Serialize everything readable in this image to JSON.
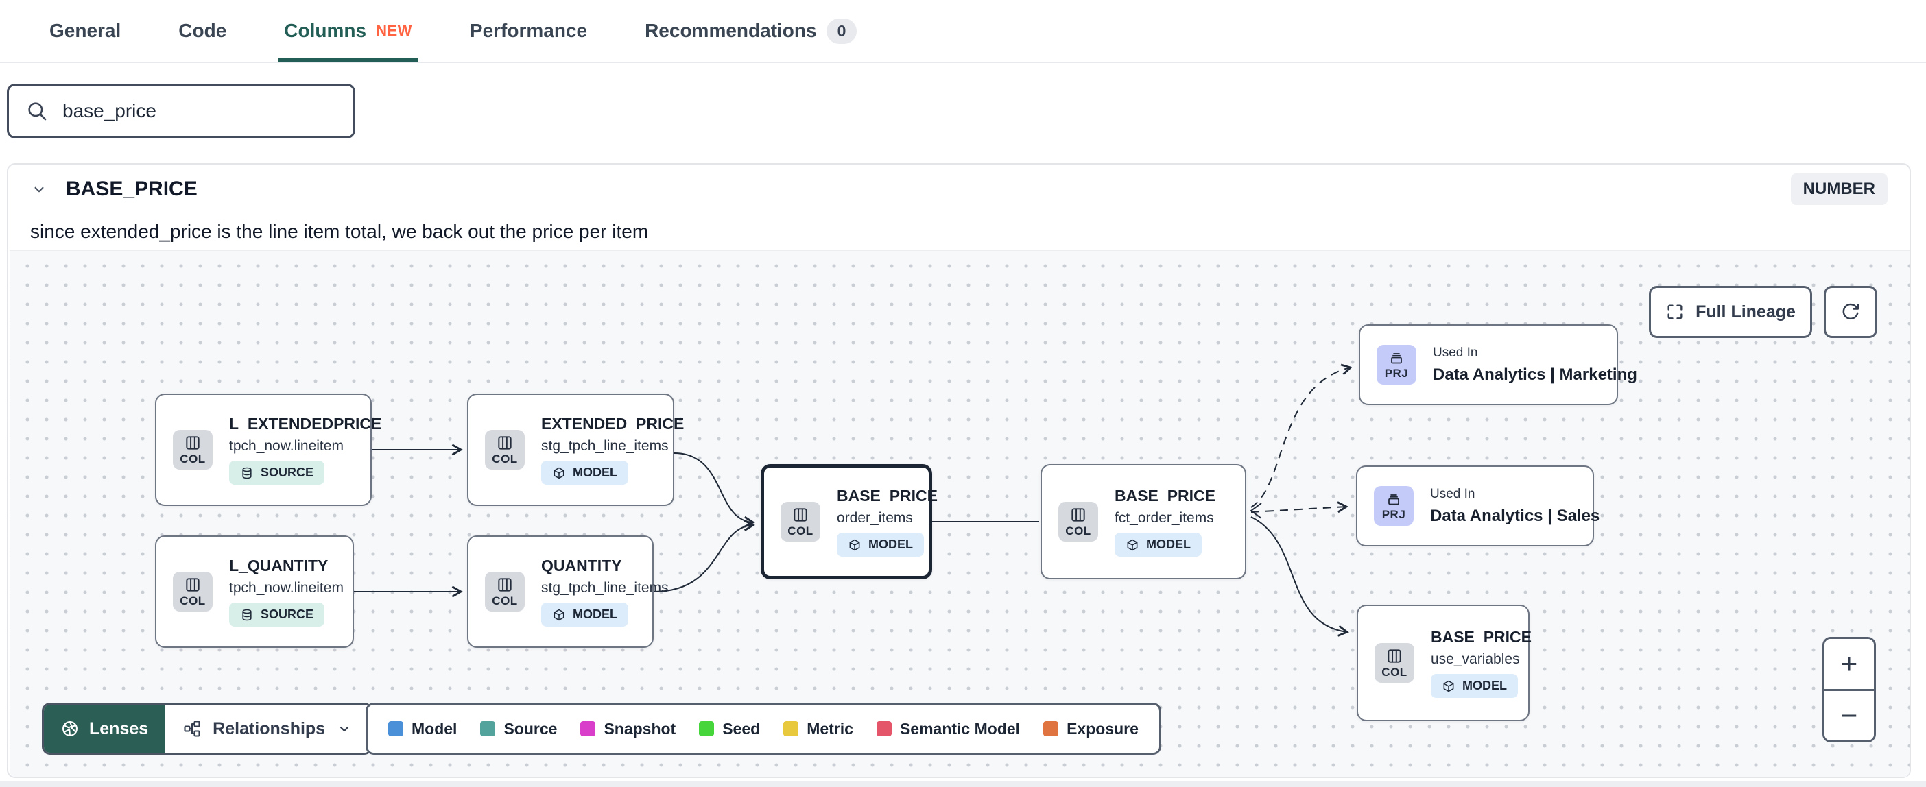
{
  "tabs": {
    "items": [
      {
        "label": "General",
        "active": false
      },
      {
        "label": "Code",
        "active": false
      },
      {
        "label": "Columns",
        "active": true,
        "badge": "NEW"
      },
      {
        "label": "Performance",
        "active": false
      },
      {
        "label": "Recommendations",
        "active": false,
        "count": "0"
      }
    ]
  },
  "search": {
    "value": "base_price"
  },
  "column": {
    "name": "BASE_PRICE",
    "data_type": "NUMBER",
    "description": "since extended_price is the line item total, we back out the price per item"
  },
  "lineage": {
    "controls": {
      "full_lineage": "Full Lineage",
      "zoom_in": "+",
      "zoom_out": "−"
    },
    "nodes": [
      {
        "title": "L_EXTENDEDPRICE",
        "subtitle": "tpch_now.lineitem",
        "tag": "COL",
        "badge": "SOURCE"
      },
      {
        "title": "EXTENDED_PRICE",
        "subtitle": "stg_tpch_line_items",
        "tag": "COL",
        "badge": "MODEL"
      },
      {
        "title": "L_QUANTITY",
        "subtitle": "tpch_now.lineitem",
        "tag": "COL",
        "badge": "SOURCE"
      },
      {
        "title": "QUANTITY",
        "subtitle": "stg_tpch_line_items",
        "tag": "COL",
        "badge": "MODEL"
      },
      {
        "title": "BASE_PRICE",
        "subtitle": "order_items",
        "tag": "COL",
        "badge": "MODEL",
        "selected": true
      },
      {
        "title": "BASE_PRICE",
        "subtitle": "fct_order_items",
        "tag": "COL",
        "badge": "MODEL"
      },
      {
        "eyebrow": "Used In",
        "title": "Data Analytics | Marketing",
        "tag": "PRJ"
      },
      {
        "eyebrow": "Used In",
        "title": "Data Analytics | Sales",
        "tag": "PRJ"
      },
      {
        "title": "BASE_PRICE",
        "subtitle": "use_variables",
        "tag": "COL",
        "badge": "MODEL"
      }
    ],
    "footer": {
      "lenses": "Lenses",
      "relationships": "Relationships",
      "legend": [
        {
          "label": "Model",
          "color": "#4a90d9"
        },
        {
          "label": "Source",
          "color": "#52a39b"
        },
        {
          "label": "Snapshot",
          "color": "#d93ecb"
        },
        {
          "label": "Seed",
          "color": "#47d53c"
        },
        {
          "label": "Metric",
          "color": "#e8c83c"
        },
        {
          "label": "Semantic Model",
          "color": "#e4556a"
        },
        {
          "label": "Exposure",
          "color": "#df7440"
        }
      ]
    }
  },
  "colors": {
    "accent_teal": "#235e56",
    "new_badge": "#ff6341"
  }
}
